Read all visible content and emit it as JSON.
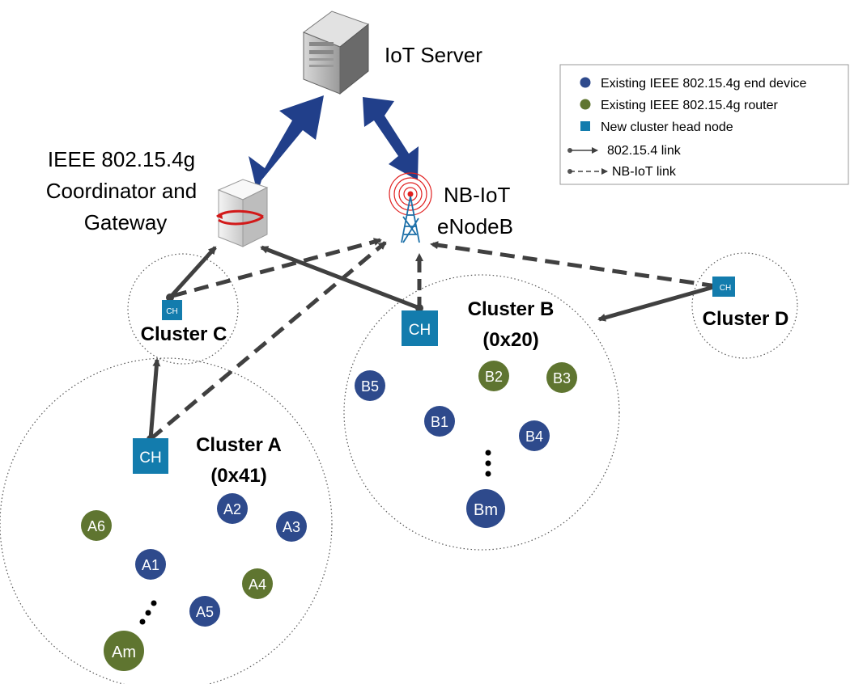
{
  "colors": {
    "end_device": "#2e4a8c",
    "router": "#5f7530",
    "cluster_head": "#137cad",
    "big_arrow": "#213f8a",
    "link": "#404040",
    "tower": "#1b6fa8",
    "signal": "#e02020"
  },
  "legend": {
    "end_device": "Existing IEEE 802.15.4g end device",
    "router": "Existing IEEE 802.15.4g router",
    "cluster_head": "New cluster head node",
    "link_154": "802.15.4 link",
    "link_nbiot": "NB-IoT link"
  },
  "server": {
    "label": "IoT Server",
    "icon": "server-tower-icon"
  },
  "coordinator": {
    "line1": "IEEE 802.15.4g",
    "line2": "Coordinator and",
    "line3": "Gateway",
    "icon": "gateway-box-icon"
  },
  "enodeb": {
    "line1": "NB-IoT",
    "line2": "eNodeB",
    "icon": "cell-tower-icon"
  },
  "clusters": {
    "A": {
      "name": "Cluster A",
      "addr": "(0x41)"
    },
    "B": {
      "name": "Cluster B",
      "addr": "(0x20)"
    },
    "C": {
      "name": "Cluster C"
    },
    "D": {
      "name": "Cluster D"
    }
  },
  "ch_label": "CH",
  "nodes": {
    "A1": "A1",
    "A2": "A2",
    "A3": "A3",
    "A4": "A4",
    "A5": "A5",
    "A6": "A6",
    "Am": "Am",
    "B1": "B1",
    "B2": "B2",
    "B3": "B3",
    "B4": "B4",
    "B5": "B5",
    "Bm": "Bm"
  }
}
